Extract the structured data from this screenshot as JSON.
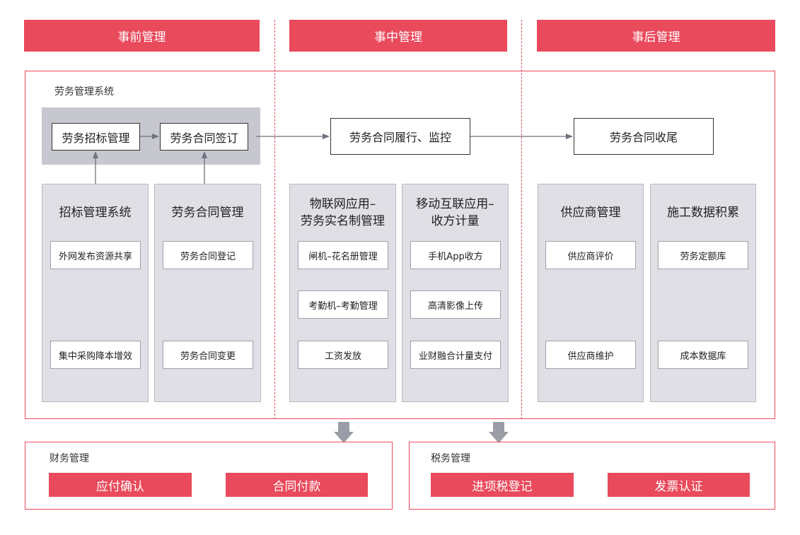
{
  "phases": {
    "pre": "事前管理",
    "mid": "事中管理",
    "post": "事后管理"
  },
  "system_label": "劳务管理系统",
  "flow": {
    "bid_mgmt": "劳务招标管理",
    "contract_sign": "劳务合同签订",
    "contract_perform": "劳务合同履行、监控",
    "contract_close": "劳务合同收尾"
  },
  "panels": [
    {
      "title": "招标管理系统",
      "items": [
        "外网发布资源共享",
        "集中采购降本增效"
      ]
    },
    {
      "title": "劳务合同管理",
      "items": [
        "劳务合同登记",
        "劳务合同变更"
      ]
    },
    {
      "title": "物联网应用–\n劳务实名制管理",
      "items": [
        "闸机–花名册管理",
        "考勤机–考勤管理",
        "工资发放"
      ]
    },
    {
      "title": "移动互联应用–\n收方计量",
      "items": [
        "手机App收方",
        "高清影像上传",
        "业财融合计量支付"
      ]
    },
    {
      "title": "供应商管理",
      "items": [
        "供应商评价",
        "供应商维护"
      ]
    },
    {
      "title": "施工数据积累",
      "items": [
        "劳务定额库",
        "成本数据库"
      ]
    }
  ],
  "finance": {
    "label": "财务管理",
    "buttons": [
      "应付确认",
      "合同付款"
    ]
  },
  "tax": {
    "label": "税务管理",
    "buttons": [
      "进项税登记",
      "发票认证"
    ]
  },
  "colors": {
    "accent": "#e94a5c",
    "panel_bg": "#dfdfe5",
    "bar_bg": "#c7c8cf",
    "arrow": "#8a8d9a"
  }
}
